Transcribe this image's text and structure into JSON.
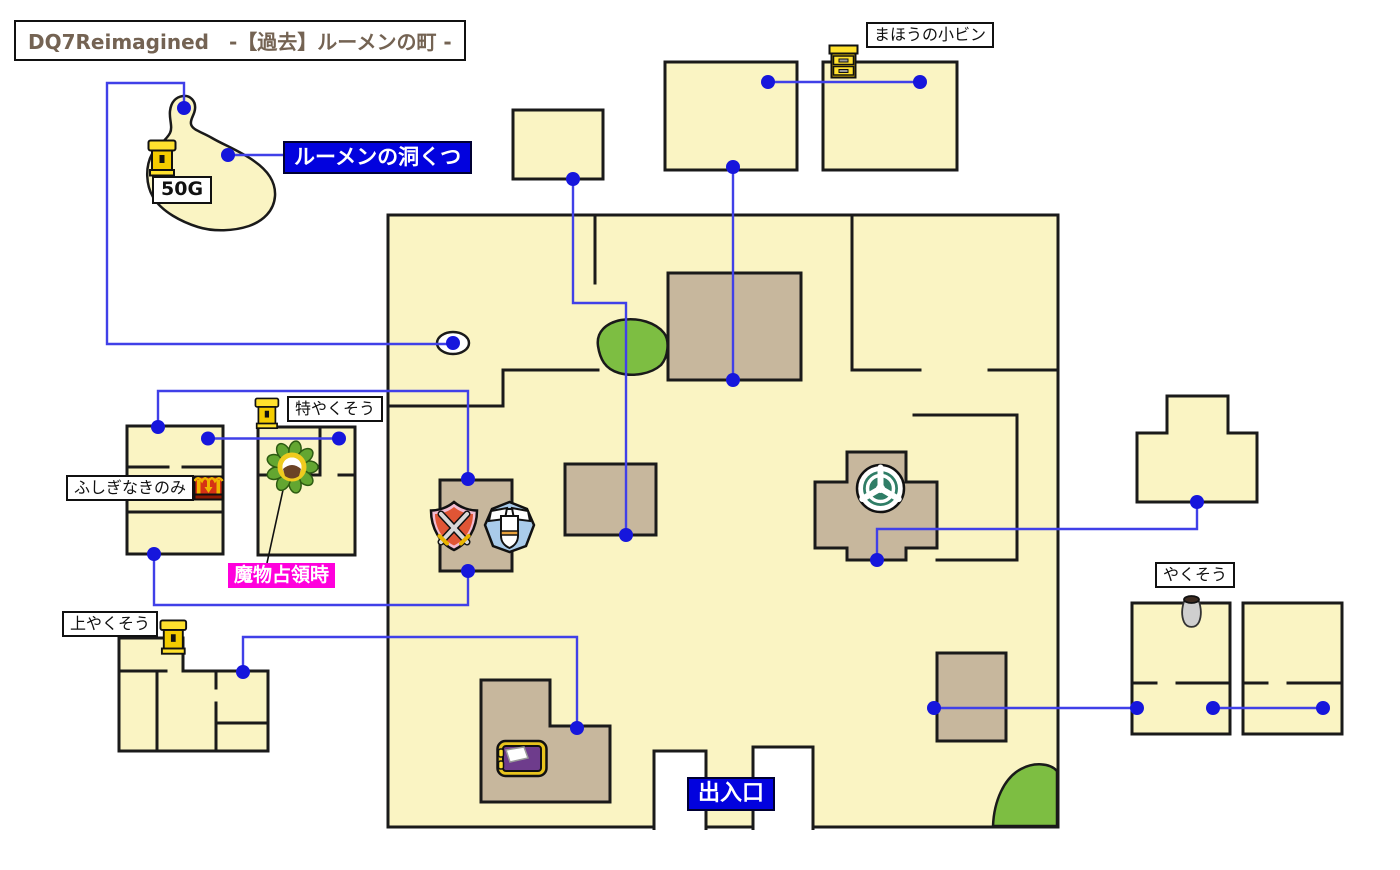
{
  "title": "DQ7Reimagined　-【過去】ルーメンの町 -",
  "labels": {
    "cave": "ルーメンの洞くつ",
    "gold50": "50G",
    "magic_bottle": "まほうの小ビン",
    "mystery_seed": "ふしぎなきのみ",
    "special_herb": "特やくそう",
    "monster_occupied": "魔物占領時",
    "superior_herb": "上やくそう",
    "herb": "やくそう",
    "entrance": "出入口"
  },
  "colors": {
    "ground": "#FAF4C3",
    "roof": "#C7B79D",
    "bush": "#7DBE42",
    "route_line": "#4040E8",
    "route_marker": "#1616DC",
    "label_blue_bg": "#0202DE",
    "label_magenta_bg": "#FF00DC",
    "title_text": "#746353",
    "outline": "#1A1A1A"
  },
  "icons": [
    "treasure-chest-icon",
    "dresser-icon",
    "red-chest-icon",
    "weapon-shop-icon",
    "armor-shop-icon",
    "wreath-icon",
    "ship-wheel-icon",
    "vase-icon",
    "bed-icon",
    "well-icon"
  ]
}
